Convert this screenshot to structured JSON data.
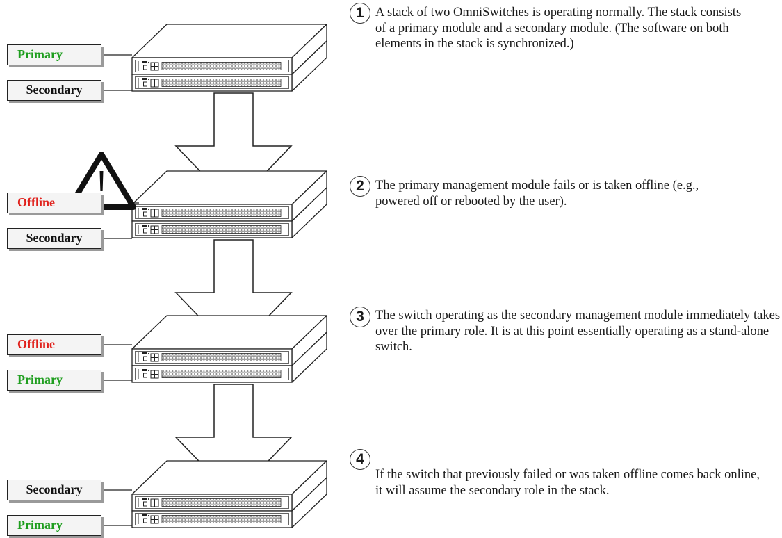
{
  "colors": {
    "primary_label": "#1f9e1f",
    "offline_label": "#e0201b",
    "secondary_label": "#111111",
    "outline": "#222222"
  },
  "icons": {
    "warning": "warning-triangle-icon",
    "down_arrow": "down-arrow-icon",
    "switch": "switch-chassis-icon"
  },
  "steps": [
    {
      "number": "1",
      "text": "A stack of two OmniSwitches is operating normally. The stack consists of a primary module and a secondary module. (The software on both elements in the stack is synchronized.)",
      "top_label": "Primary",
      "bottom_label": "Secondary"
    },
    {
      "number": "2",
      "text": "The primary management module fails or is taken offline (e.g., powered off or rebooted by the user).",
      "top_label": "Offline",
      "bottom_label": "Secondary"
    },
    {
      "number": "3",
      "text": "The switch operating as the secondary management module immediately takes over the primary role. It is at this point essentially operating as a stand-alone switch.",
      "top_label": "Offline",
      "bottom_label": "Primary"
    },
    {
      "number": "4",
      "text": "If the switch that previously failed or was taken offline comes back online, it will assume the secondary role in the stack.",
      "top_label": "Secondary",
      "bottom_label": "Primary"
    }
  ]
}
